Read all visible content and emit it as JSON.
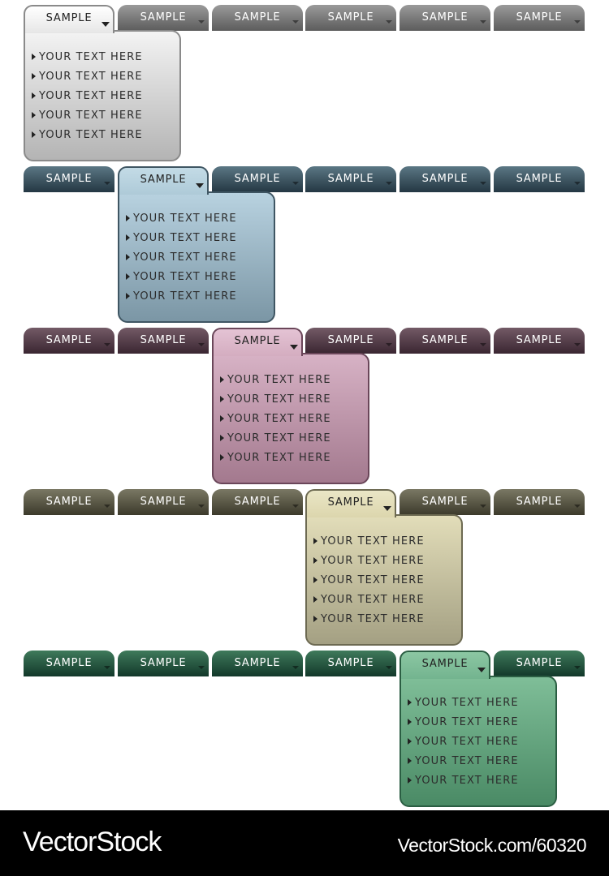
{
  "tab_label": "SAMPLE",
  "item_label": "YOUR TEXT HERE",
  "menus": [
    {
      "name": "gray",
      "tab_gradient": [
        "#9a9a9a",
        "#5c5c5c"
      ],
      "active_gradient": [
        "#ffffff",
        "#e6e6e6"
      ],
      "panel_gradient": [
        "#f3f3f3",
        "#b4b4b4"
      ],
      "border": "#8a8a8a",
      "active_index": 0,
      "items": [
        "YOUR TEXT HERE",
        "YOUR TEXT HERE",
        "YOUR TEXT HERE",
        "YOUR TEXT HERE",
        "YOUR TEXT HERE"
      ]
    },
    {
      "name": "blue",
      "tab_gradient": [
        "#5b7784",
        "#243743"
      ],
      "active_gradient": [
        "#c3dbe6",
        "#aecad8"
      ],
      "panel_gradient": [
        "#b8d2e0",
        "#7b96a5"
      ],
      "border": "#3f5663",
      "active_index": 1,
      "items": [
        "YOUR TEXT HERE",
        "YOUR TEXT HERE",
        "YOUR TEXT HERE",
        "YOUR TEXT HERE",
        "YOUR TEXT HERE"
      ]
    },
    {
      "name": "mauve",
      "tab_gradient": [
        "#735a66",
        "#3a2631"
      ],
      "active_gradient": [
        "#e4c3d4",
        "#d4adc0"
      ],
      "panel_gradient": [
        "#d7b2c5",
        "#a3798e"
      ],
      "border": "#6a4659",
      "active_index": 2,
      "items": [
        "YOUR TEXT HERE",
        "YOUR TEXT HERE",
        "YOUR TEXT HERE",
        "YOUR TEXT HERE",
        "YOUR TEXT HERE"
      ]
    },
    {
      "name": "olive",
      "tab_gradient": [
        "#7a7864",
        "#3c3a2b"
      ],
      "active_gradient": [
        "#eae6c6",
        "#dcd6ad"
      ],
      "panel_gradient": [
        "#e2ddb9",
        "#a4a083"
      ],
      "border": "#6d6a52",
      "active_index": 3,
      "items": [
        "YOUR TEXT HERE",
        "YOUR TEXT HERE",
        "YOUR TEXT HERE",
        "YOUR TEXT HERE",
        "YOUR TEXT HERE"
      ]
    },
    {
      "name": "green",
      "tab_gradient": [
        "#3f7a5b",
        "#12382a"
      ],
      "active_gradient": [
        "#8cc7a3",
        "#73b48f"
      ],
      "panel_gradient": [
        "#7fbe98",
        "#4a8a65"
      ],
      "border": "#2b5e43",
      "active_index": 4,
      "items": [
        "YOUR TEXT HERE",
        "YOUR TEXT HERE",
        "YOUR TEXT HERE",
        "YOUR TEXT HERE",
        "YOUR TEXT HERE"
      ]
    }
  ],
  "footer": {
    "logo": "VectorStock",
    "url": "VectorStock.com/60320"
  }
}
